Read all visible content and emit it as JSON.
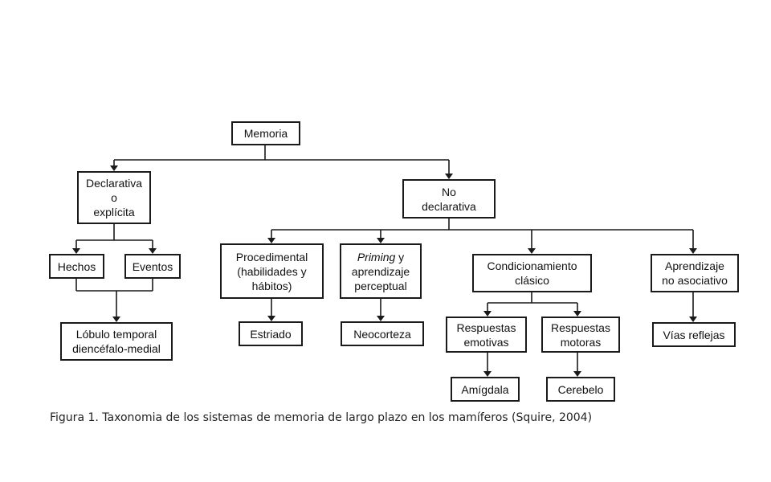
{
  "nodes": {
    "memoria": [
      "Memoria"
    ],
    "declarativa": [
      "Declarativa",
      "o",
      "explícita"
    ],
    "no_declarativa": [
      "No",
      "declarativa"
    ],
    "hechos": [
      "Hechos"
    ],
    "eventos": [
      "Eventos"
    ],
    "lobulo": [
      "Lóbulo temporal",
      "diencéfalo-medial"
    ],
    "procedimental": [
      "Procedimental",
      "(habilidades y",
      "hábitos)"
    ],
    "priming": {
      "italic": "Priming",
      "rest": " y",
      "lines": [
        "aprendizaje",
        "perceptual"
      ]
    },
    "condicionamiento": [
      "Condicionamiento",
      "clásico"
    ],
    "aprendizaje_no_asociativo": [
      "Aprendizaje",
      "no asociativo"
    ],
    "estriado": [
      "Estriado"
    ],
    "neocorteza": [
      "Neocorteza"
    ],
    "respuestas_emotivas": [
      "Respuestas",
      "emotivas"
    ],
    "respuestas_motoras": [
      "Respuestas",
      "motoras"
    ],
    "vias_reflejas": [
      "Vías reflejas"
    ],
    "amigdala": [
      "Amígdala"
    ],
    "cerebelo": [
      "Cerebelo"
    ]
  },
  "caption": "Figura 1. Taxonomia de los sistemas de memoria de largo plazo en los mamíferos (Squire, 2004)"
}
